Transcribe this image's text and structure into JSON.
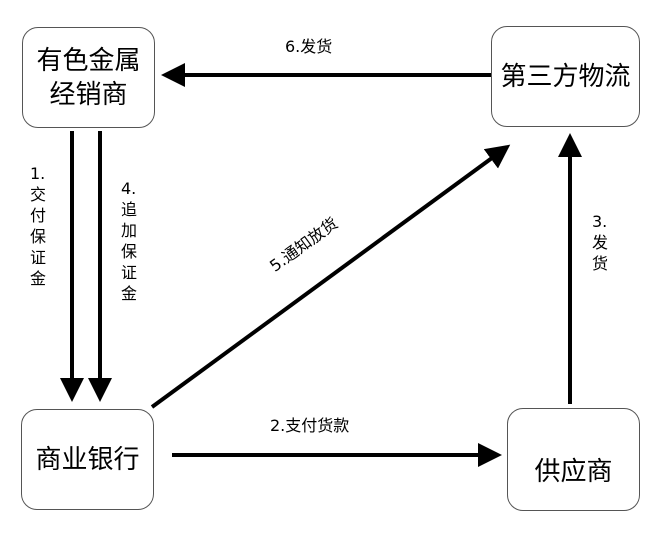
{
  "nodes": {
    "dealer": {
      "lines": [
        "有色金属",
        "经销商"
      ]
    },
    "logistics": {
      "lines": [
        "第三方物流"
      ]
    },
    "bank": {
      "lines": [
        "商业银行"
      ]
    },
    "supplier": {
      "lines": [
        "供应商"
      ]
    }
  },
  "edges": {
    "e1": {
      "num": "1.",
      "chars": [
        "交",
        "付",
        "保",
        "证",
        "金"
      ]
    },
    "e2": {
      "label": "2.支付货款"
    },
    "e3": {
      "num": "3.",
      "chars": [
        "发",
        "货"
      ]
    },
    "e4": {
      "num": "4.",
      "chars": [
        "追",
        "加",
        "保",
        "证",
        "金"
      ]
    },
    "e5": {
      "label": "5.通知放货"
    },
    "e6": {
      "label": "6.发货"
    }
  },
  "colors": {
    "stroke": "#000000",
    "box_border": "#555555",
    "background": "#ffffff"
  }
}
